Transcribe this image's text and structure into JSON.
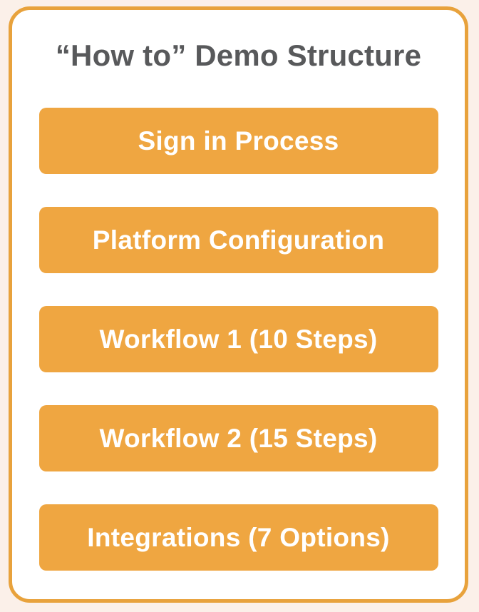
{
  "theme": {
    "page-bg": "#FBF0E9",
    "card-border": "#E8A23C",
    "card-bg": "#FFFFFF",
    "node-bg": "#EFA641",
    "node-text": "#FFFFFF",
    "title-color": "#58595B"
  },
  "diagram": {
    "title": "“How to” Demo Structure",
    "nodes": [
      {
        "label": "Sign in Process"
      },
      {
        "label": "Platform Configuration"
      },
      {
        "label": "Workflow 1 (10 Steps)"
      },
      {
        "label": "Workflow 2 (15 Steps)"
      },
      {
        "label": "Integrations (7 Options)"
      }
    ]
  }
}
